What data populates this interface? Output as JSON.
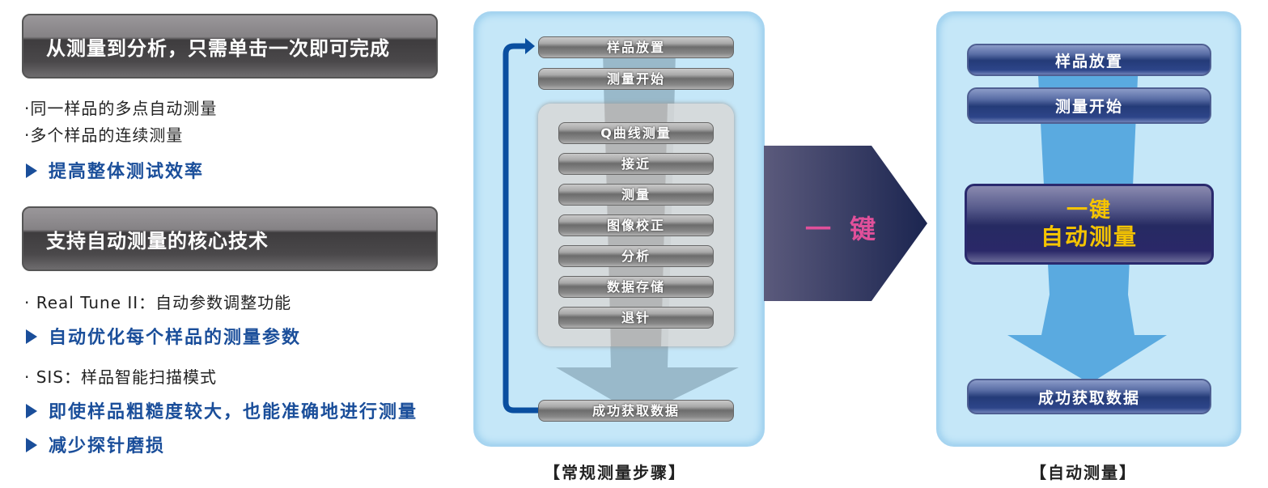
{
  "left": {
    "header1": "从测量到分析，只需单击一次即可完成",
    "bullets1": [
      "·同一样品的多点自动测量",
      "·多个样品的连续测量"
    ],
    "highlight1": "提高整体测试效率",
    "header2": "支持自动测量的核心技术",
    "bullet2": "· Real Tune II：自动参数调整功能",
    "highlight2": "自动优化每个样品的测量参数",
    "bullet3": "· SIS：样品智能扫描模式",
    "highlight3": "即使样品粗糙度较大，也能准确地进行测量",
    "highlight4": "减少探针磨损"
  },
  "conventional": {
    "steps_top": [
      "样品放置",
      "测量开始"
    ],
    "steps_inner": [
      "Q曲线测量",
      "接近",
      "测量",
      "图像校正",
      "分析",
      "数据存储",
      "退针"
    ],
    "result": "成功获取数据",
    "caption": "【常规测量步骤】"
  },
  "arrow": {
    "label": "一 键",
    "color": "#e0509a"
  },
  "auto": {
    "steps_top": [
      "样品放置",
      "测量开始"
    ],
    "center_line1": "一键",
    "center_line2": "自动测量",
    "result": "成功获取数据",
    "caption": "【自动测量】",
    "accent": "#f5c400"
  }
}
